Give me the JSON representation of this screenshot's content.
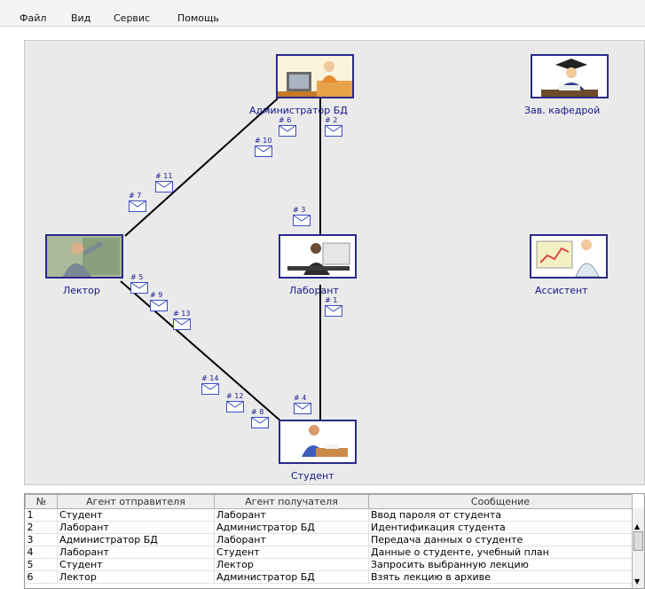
{
  "menu": {
    "items": [
      "Файл",
      "Вид",
      "Сервис",
      "Помощь"
    ]
  },
  "agents": {
    "admin_db": "Администратор БД",
    "head_dept": "Зав. кафедрой",
    "lecturer": "Лектор",
    "lab_assistant": "Лаборант",
    "assistant": "Ассистент",
    "student": "Студент"
  },
  "messages": [
    "# 6",
    "# 2",
    "# 10",
    "# 11",
    "# 7",
    "# 3",
    "# 5",
    "# 9",
    "# 13",
    "# 1",
    "# 14",
    "# 12",
    "# 8",
    "# 4"
  ],
  "log": {
    "columns": [
      "№",
      "Агент отправителя",
      "Агент получателя",
      "Сообщение"
    ],
    "rows": [
      [
        "1",
        "Студент",
        "Лаборант",
        "Ввод пароля от студента"
      ],
      [
        "2",
        "Лаборант",
        "Администратор БД",
        "Идентификация студента"
      ],
      [
        "3",
        "Администратор БД",
        "Лаборант",
        "Передача данных о студенте"
      ],
      [
        "4",
        "Лаборант",
        "Студент",
        "Данные о студенте, учебный план"
      ],
      [
        "5",
        "Студент",
        "Лектор",
        "Запросить выбранную лекцию"
      ],
      [
        "6",
        "Лектор",
        "Администратор БД",
        "Взять лекцию в архиве"
      ]
    ]
  },
  "colors": {
    "canvas_bg": "#eaeaea",
    "agent_border": "#2a2a8a",
    "agent_label": "#15158a",
    "link_line": "#000000",
    "envelope": "#3b4fc4"
  },
  "icons": {
    "scroll_up": "▲",
    "scroll_down": "▼"
  }
}
